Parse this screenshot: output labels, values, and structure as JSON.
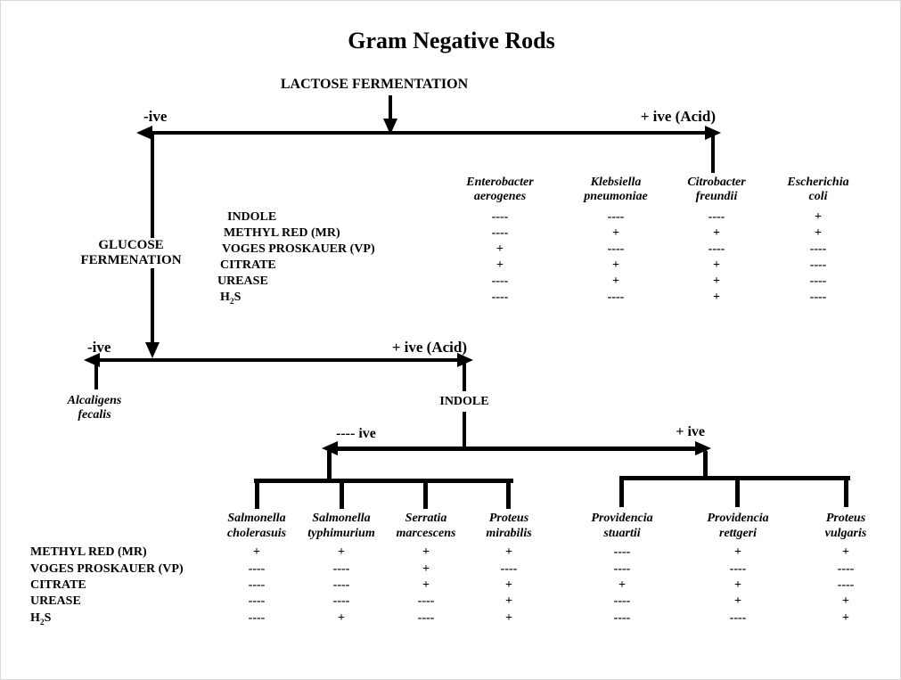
{
  "title": "Gram Negative Rods",
  "flowchart": {
    "root_test": "LACTOSE FERMENTATION",
    "lactose_negative": "-ive",
    "lactose_positive": "+ ive (Acid)",
    "glucose_label_line1": "GLUCOSE",
    "glucose_label_line2": "FERMENATION",
    "glucose_negative": "-ive",
    "glucose_positive": "+ ive (Acid)",
    "alcaligens_line1": "Alcaligens",
    "alcaligens_line2": "fecalis",
    "indole_test": "INDOLE",
    "indole_negative": "---- ive",
    "indole_positive": "+ ive"
  },
  "tests": {
    "indole": "INDOLE",
    "methyl_red": "METHYL RED (MR)",
    "voges_proskauer": "VOGES PROSKAUER (VP)",
    "citrate": "CITRATE",
    "urease": "UREASE",
    "h2s_base": "H",
    "h2s_sub": "2",
    "h2s_tail": "S"
  },
  "lactose_positive_table": {
    "row_order": [
      "INDOLE",
      "METHYL RED (MR)",
      "VOGES PROSKAUER (VP)",
      "CITRATE",
      "UREASE",
      "H2S"
    ],
    "columns": [
      {
        "genus": "Enterobacter",
        "species": "aerogenes",
        "values": [
          "----",
          "----",
          "+",
          "+",
          "----",
          "----"
        ]
      },
      {
        "genus": "Klebsiella",
        "species": "pneumoniae",
        "values": [
          "----",
          "+",
          "----",
          "+",
          "+",
          "----"
        ]
      },
      {
        "genus": "Citrobacter",
        "species": "freundii",
        "values": [
          "----",
          "+",
          "----",
          "+",
          "+",
          "+"
        ]
      },
      {
        "genus": "Escherichia",
        "species": "coli",
        "values": [
          "+",
          "+",
          "----",
          "----",
          "----",
          "----"
        ]
      }
    ]
  },
  "glucose_positive_table": {
    "row_order": [
      "METHYL RED (MR)",
      "VOGES PROSKAUER (VP)",
      "CITRATE",
      "UREASE",
      "H2S"
    ],
    "columns": [
      {
        "genus": "Salmonella",
        "species": "cholerasuis",
        "values": [
          "+",
          "----",
          "----",
          "----",
          "----"
        ]
      },
      {
        "genus": "Salmonella",
        "species": "typhimurium",
        "values": [
          "+",
          "----",
          "----",
          "----",
          "+"
        ]
      },
      {
        "genus": "Serratia",
        "species": "marcescens",
        "values": [
          "+",
          "+",
          "+",
          "----",
          "----"
        ]
      },
      {
        "genus": "Proteus",
        "species": "mirabilis",
        "values": [
          "+",
          "----",
          "+",
          "+",
          "+"
        ]
      },
      {
        "genus": "Providencia",
        "species": "stuartii",
        "values": [
          "----",
          "----",
          "+",
          "----",
          "----"
        ]
      },
      {
        "genus": "Providencia",
        "species": "rettgeri",
        "values": [
          "+",
          "----",
          "+",
          "+",
          "----"
        ]
      },
      {
        "genus": "Proteus",
        "species": "vulgaris",
        "values": [
          "+",
          "----",
          "----",
          "+",
          "+"
        ]
      }
    ]
  },
  "colors": {
    "ink": "#000000",
    "background": "#ffffff"
  }
}
